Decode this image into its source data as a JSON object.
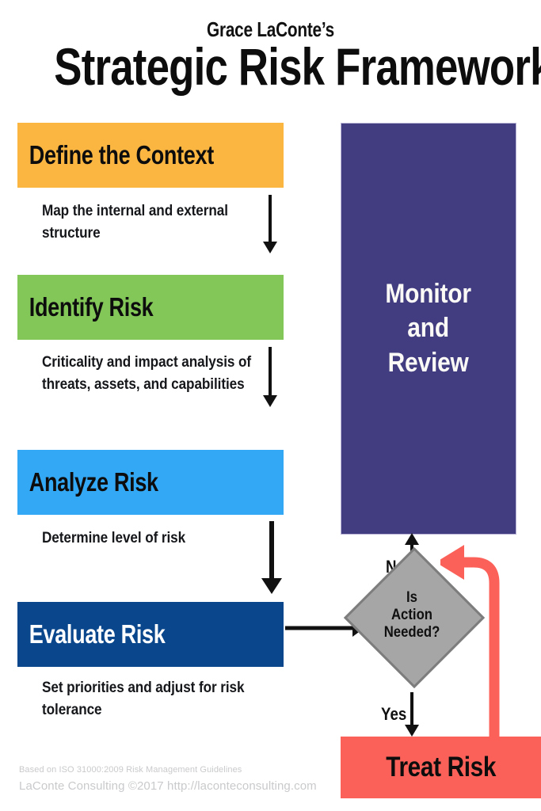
{
  "header": {
    "kicker": "Grace LaConte’s",
    "title": "Strategic Risk Framework"
  },
  "colors": {
    "define_context": "#fbb642",
    "identify_risk": "#82c758",
    "analyze_risk": "#33a8f5",
    "evaluate_risk": "#09468c",
    "monitor_review": "#423d80",
    "decision": "#a6a6a6",
    "treat_risk": "#fb6159",
    "loop_arrow": "#fb6159",
    "arrow": "#111111",
    "footer_text": "#c9cacc"
  },
  "stages": [
    {
      "label": "Define the Context",
      "caption": "Map the internal and external structure",
      "color": "#fbb642",
      "text_color": "light"
    },
    {
      "label": "Identify Risk",
      "caption": "Criticality and impact analysis of threats, assets, and capabilities",
      "color": "#82c758",
      "text_color": "light"
    },
    {
      "label": "Analyze Risk",
      "caption": "Determine level of risk",
      "color": "#33a8f5",
      "text_color": "light"
    },
    {
      "label": "Evaluate Risk",
      "caption": "Set priorities and adjust for risk tolerance",
      "color": "#09468c",
      "text_color": "dark"
    }
  ],
  "monitor": {
    "label": "Monitor and Review"
  },
  "decision": {
    "label": "Is Action Needed?",
    "branch_no": "No",
    "branch_yes": "Yes"
  },
  "treat": {
    "label": "Treat Risk"
  },
  "footer": {
    "line1": "Based on ISO 31000:2009  Risk Management Guidelines",
    "line2": "LaConte Consulting ©2017   http://laconteconsulting.com"
  }
}
